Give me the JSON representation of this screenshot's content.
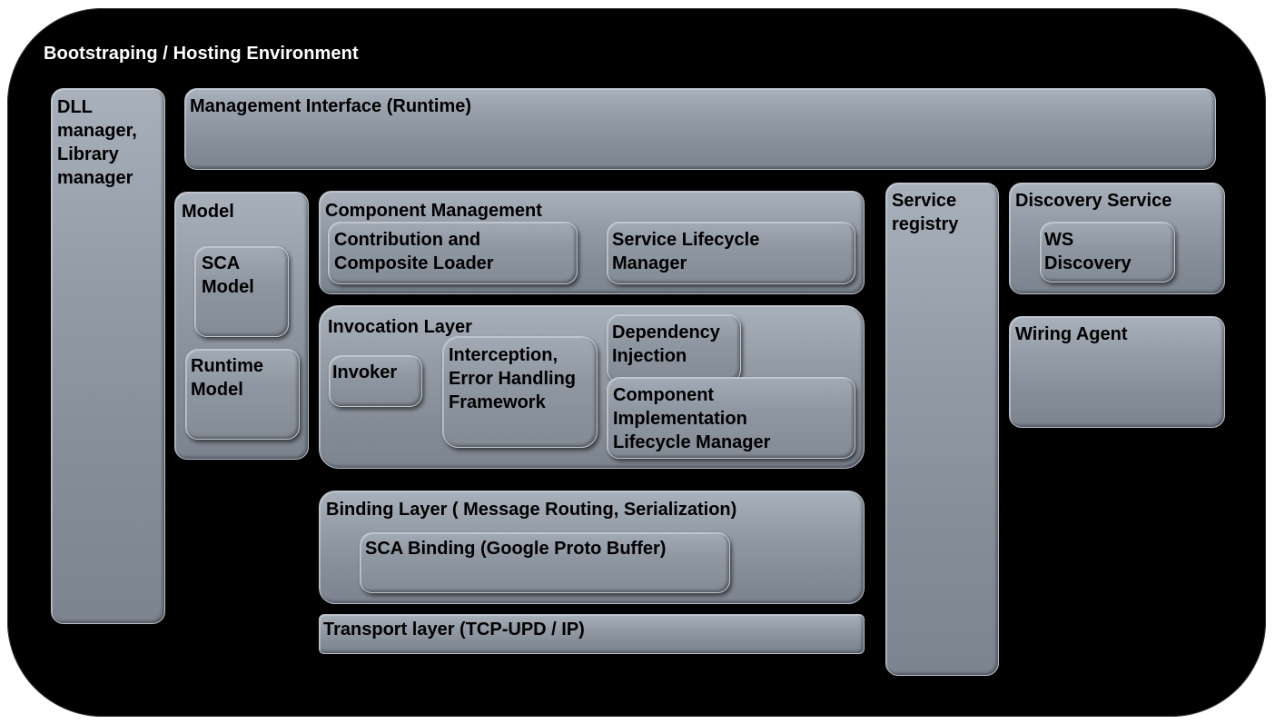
{
  "environment": {
    "title": "Bootstraping / Hosting Environment"
  },
  "dll_manager": {
    "label": "DLL\nmanager,\nLibrary\nmanager"
  },
  "management_interface": {
    "label": "Management Interface (Runtime)"
  },
  "model": {
    "label": "Model",
    "sca_model": "SCA\nModel",
    "runtime_model": "Runtime\nModel"
  },
  "component_management": {
    "label": "Component Management",
    "contribution_loader": "Contribution and\nComposite Loader",
    "service_lifecycle_manager": "Service Lifecycle\nManager"
  },
  "invocation_layer": {
    "label": "Invocation Layer",
    "invoker": "Invoker",
    "interception": "Interception,\nError Handling\nFramework",
    "dependency_injection": "Dependency\nInjection",
    "component_lifecycle": "Component\nImplementation\nLifecycle Manager"
  },
  "binding_layer": {
    "label": "Binding Layer ( Message Routing, Serialization)",
    "sca_binding": "SCA Binding (Google Proto Buffer)"
  },
  "transport_layer": {
    "label": "Transport layer (TCP-UPD / IP)"
  },
  "service_registry": {
    "label": "Service\nregistry"
  },
  "discovery_service": {
    "label": "Discovery Service",
    "ws_discovery": "WS\nDiscovery"
  },
  "wiring_agent": {
    "label": "Wiring Agent"
  }
}
